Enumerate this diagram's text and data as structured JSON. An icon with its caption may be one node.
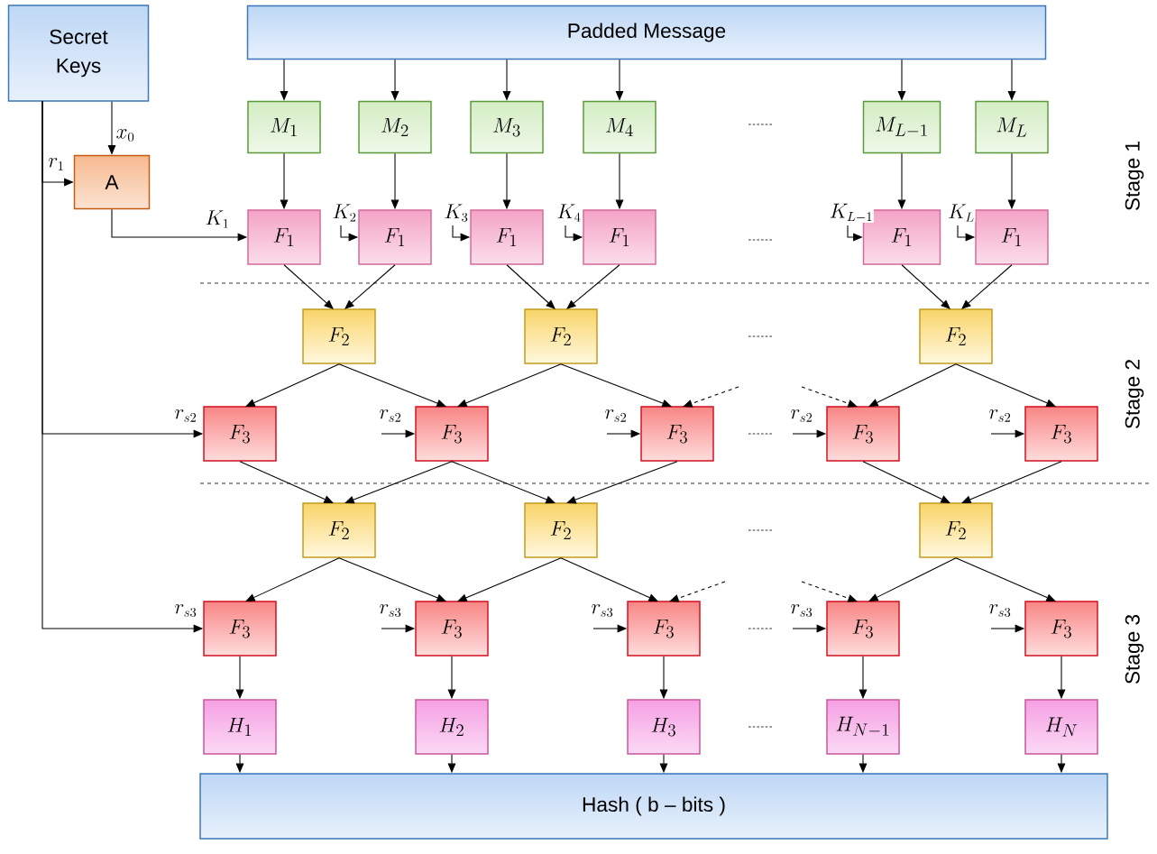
{
  "diagram": {
    "nodes": [
      {
        "text": [
          "Secret Keys"
        ]
      },
      {
        "text": [
          "Padded Message"
        ]
      },
      {
        "text": [
          "M_1"
        ]
      },
      {
        "text": [
          "M_2"
        ]
      },
      {
        "text": [
          "M_3"
        ]
      },
      {
        "text": [
          "M_4"
        ]
      },
      {
        "text": [
          "M_{L-1}"
        ]
      },
      {
        "text": [
          "M_L"
        ]
      },
      {
        "text": [
          "A"
        ]
      },
      {
        "text": [
          "F_1"
        ]
      },
      {
        "text": [
          "F_1"
        ]
      },
      {
        "text": [
          "F_1"
        ]
      },
      {
        "text": [
          "F_1"
        ]
      },
      {
        "text": [
          "F_1"
        ]
      },
      {
        "text": [
          "F_1"
        ]
      },
      {
        "text": [
          "F_2"
        ]
      },
      {
        "text": [
          "F_2"
        ]
      },
      {
        "text": [
          "F_2"
        ]
      },
      {
        "text": [
          "F_3"
        ]
      },
      {
        "text": [
          "F_3"
        ]
      },
      {
        "text": [
          "F_3"
        ]
      },
      {
        "text": [
          "F_3"
        ]
      },
      {
        "text": [
          "F_3"
        ]
      },
      {
        "text": [
          "F_2"
        ]
      },
      {
        "text": [
          "F_2"
        ]
      },
      {
        "text": [
          "F_2"
        ]
      },
      {
        "text": [
          "F_3"
        ]
      },
      {
        "text": [
          "F_3"
        ]
      },
      {
        "text": [
          "F_3"
        ]
      },
      {
        "text": [
          "F_3"
        ]
      },
      {
        "text": [
          "F_3"
        ]
      },
      {
        "text": [
          "H_1"
        ]
      },
      {
        "text": [
          "H_2"
        ]
      },
      {
        "text": [
          "H_3"
        ]
      },
      {
        "text": [
          "H_{N-1}"
        ]
      },
      {
        "text": [
          "H_N"
        ]
      },
      {
        "text": [
          "Hash ( b – bits )"
        ]
      }
    ],
    "edges": [
      {
        "from": 1,
        "to": 2,
        "arrow": "to"
      },
      {
        "from": 1,
        "to": 3,
        "arrow": "to"
      },
      {
        "from": 1,
        "to": 4,
        "arrow": "to"
      },
      {
        "from": 1,
        "to": 5,
        "arrow": "to"
      },
      {
        "from": 1,
        "to": 6,
        "arrow": "to"
      },
      {
        "from": 1,
        "to": 7,
        "arrow": "to"
      },
      {
        "from": 2,
        "to": 9,
        "arrow": "to"
      },
      {
        "from": 3,
        "to": 10,
        "arrow": "to"
      },
      {
        "from": 4,
        "to": 11,
        "arrow": "to"
      },
      {
        "from": 5,
        "to": 12,
        "arrow": "to"
      },
      {
        "from": 6,
        "to": 13,
        "arrow": "to"
      },
      {
        "from": 7,
        "to": 14,
        "arrow": "to"
      },
      {
        "from": 0,
        "to": 8,
        "arrow": "to",
        "label": "x_0"
      },
      {
        "from": 0,
        "to": 8,
        "arrow": "to",
        "label": "r_1"
      },
      {
        "from": 8,
        "to": 9,
        "arrow": "to",
        "label": "K_1"
      },
      {
        "from": null,
        "to": 10,
        "arrow": "to",
        "label": "K_2"
      },
      {
        "from": null,
        "to": 11,
        "arrow": "to",
        "label": "K_3"
      },
      {
        "from": null,
        "to": 12,
        "arrow": "to",
        "label": "K_4"
      },
      {
        "from": null,
        "to": 13,
        "arrow": "to",
        "label": "K_{L-1}"
      },
      {
        "from": null,
        "to": 14,
        "arrow": "to",
        "label": "K_L"
      },
      {
        "from": 9,
        "to": 15,
        "arrow": "to"
      },
      {
        "from": 10,
        "to": 15,
        "arrow": "to"
      },
      {
        "from": 11,
        "to": 16,
        "arrow": "to"
      },
      {
        "from": 12,
        "to": 16,
        "arrow": "to"
      },
      {
        "from": 13,
        "to": 17,
        "arrow": "to"
      },
      {
        "from": 14,
        "to": 17,
        "arrow": "to"
      },
      {
        "from": 15,
        "to": 18,
        "arrow": "to"
      },
      {
        "from": 15,
        "to": 19,
        "arrow": "to"
      },
      {
        "from": 16,
        "to": 19,
        "arrow": "to"
      },
      {
        "from": 16,
        "to": 20,
        "arrow": "to"
      },
      {
        "from": null,
        "to": 20,
        "arrow": "to",
        "style": "dashed"
      },
      {
        "from": null,
        "to": 21,
        "arrow": "to",
        "style": "dashed"
      },
      {
        "from": 17,
        "to": 21,
        "arrow": "to"
      },
      {
        "from": 17,
        "to": 22,
        "arrow": "to"
      },
      {
        "from": 0,
        "to": 18,
        "arrow": "to",
        "label": "r_{s2}"
      },
      {
        "from": null,
        "to": 19,
        "arrow": "to",
        "label": "r_{s2}"
      },
      {
        "from": null,
        "to": 20,
        "arrow": "to",
        "label": "r_{s2}"
      },
      {
        "from": null,
        "to": 21,
        "arrow": "to",
        "label": "r_{s2}"
      },
      {
        "from": null,
        "to": 22,
        "arrow": "to",
        "label": "r_{s2}"
      },
      {
        "from": 18,
        "to": 23,
        "arrow": "to"
      },
      {
        "from": 19,
        "to": 23,
        "arrow": "to"
      },
      {
        "from": 19,
        "to": 24,
        "arrow": "to"
      },
      {
        "from": 20,
        "to": 24,
        "arrow": "to"
      },
      {
        "from": 21,
        "to": 25,
        "arrow": "to"
      },
      {
        "from": 22,
        "to": 25,
        "arrow": "to"
      },
      {
        "from": 23,
        "to": 26,
        "arrow": "to"
      },
      {
        "from": 23,
        "to": 27,
        "arrow": "to"
      },
      {
        "from": 24,
        "to": 27,
        "arrow": "to"
      },
      {
        "from": 24,
        "to": 28,
        "arrow": "to"
      },
      {
        "from": null,
        "to": 28,
        "arrow": "to",
        "style": "dashed"
      },
      {
        "from": null,
        "to": 29,
        "arrow": "to",
        "style": "dashed"
      },
      {
        "from": 25,
        "to": 29,
        "arrow": "to"
      },
      {
        "from": 25,
        "to": 30,
        "arrow": "to"
      },
      {
        "from": 0,
        "to": 26,
        "arrow": "to",
        "label": "r_{s3}"
      },
      {
        "from": null,
        "to": 27,
        "arrow": "to",
        "label": "r_{s3}"
      },
      {
        "from": null,
        "to": 28,
        "arrow": "to",
        "label": "r_{s3}"
      },
      {
        "from": null,
        "to": 29,
        "arrow": "to",
        "label": "r_{s3}"
      },
      {
        "from": null,
        "to": 30,
        "arrow": "to",
        "label": "r_{s3}"
      },
      {
        "from": 26,
        "to": 31,
        "arrow": "to"
      },
      {
        "from": 27,
        "to": 32,
        "arrow": "to"
      },
      {
        "from": 28,
        "to": 33,
        "arrow": "to"
      },
      {
        "from": 29,
        "to": 34,
        "arrow": "to"
      },
      {
        "from": 30,
        "to": 35,
        "arrow": "to"
      },
      {
        "from": 31,
        "to": 36,
        "arrow": "to"
      },
      {
        "from": 32,
        "to": 36,
        "arrow": "to"
      },
      {
        "from": 33,
        "to": 36,
        "arrow": "to"
      },
      {
        "from": 34,
        "to": 36,
        "arrow": "to"
      },
      {
        "from": 35,
        "to": 36,
        "arrow": "to"
      }
    ],
    "labels": [
      "Stage 1",
      "Stage 2",
      "Stage 3"
    ]
  }
}
